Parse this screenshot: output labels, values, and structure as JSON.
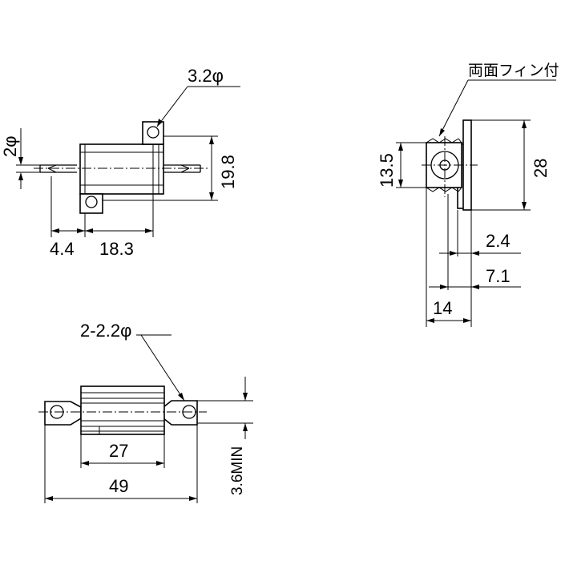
{
  "dimensions": {
    "hole_diameter": "3.2φ",
    "lead_diameter": "2φ",
    "total_height": "19.8",
    "lead_offset": "4.4",
    "body_length": "18.3",
    "fin_label": "両面フィン付",
    "side_height": "13.5",
    "fin_height": "28",
    "fin_thickness": "2.4",
    "fin_offset": "7.1",
    "side_width": "14",
    "mount_holes": "2-2.2φ",
    "bottom_body_length": "27",
    "overall_length": "49",
    "lead_clearance": "3.6MIN"
  }
}
